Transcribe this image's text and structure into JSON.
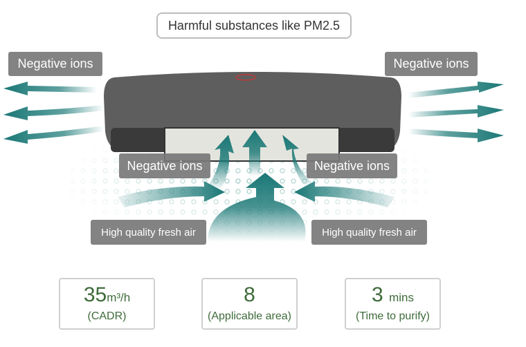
{
  "header": {
    "label": "Harmful substances like PM2.5"
  },
  "labels": {
    "negative_ions_top_left": "Negative ions",
    "negative_ions_top_right": "Negative ions",
    "negative_ions_mid_left": "Negative ions",
    "negative_ions_mid_right": "Negative ions",
    "fresh_air_left": "High quality fresh air",
    "fresh_air_right": "High quality fresh air"
  },
  "stats": [
    {
      "value": "35",
      "unit": "m³/h",
      "caption": "(CADR)"
    },
    {
      "value": "8",
      "unit": "",
      "caption": "(Applicable area)"
    },
    {
      "value": "3",
      "unit": "mins",
      "caption": "(Time to purify)"
    }
  ],
  "colors": {
    "arrow": "#1a7876",
    "tag_bg": "#7a7a7a",
    "stat_text": "#3e6b3a",
    "device": "#5e5e5e"
  }
}
